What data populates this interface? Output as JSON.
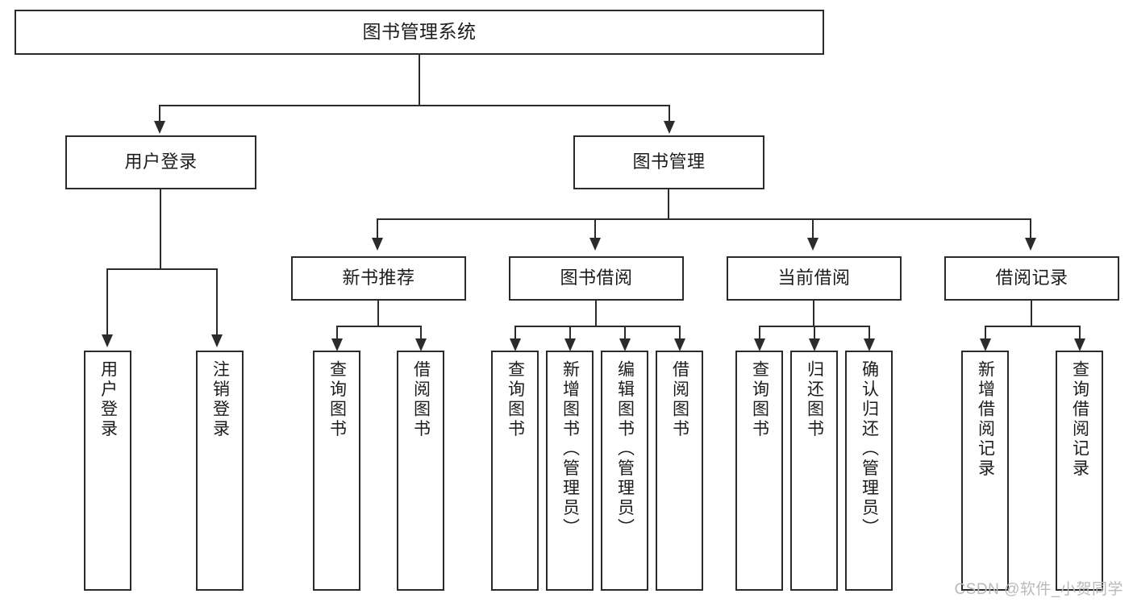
{
  "diagram": {
    "title": "图书管理系统",
    "type": "tree-hierarchy-diagram",
    "root": {
      "label": "图书管理系统"
    },
    "level2": [
      {
        "label": "用户登录"
      },
      {
        "label": "图书管理"
      }
    ],
    "level3": [
      {
        "label": "新书推荐"
      },
      {
        "label": "图书借阅"
      },
      {
        "label": "当前借阅"
      },
      {
        "label": "借阅记录"
      }
    ],
    "leaves": {
      "user_login": [
        {
          "label": "用户登录"
        },
        {
          "label": "注销登录"
        }
      ],
      "new_book_recommend": [
        {
          "label": "查询图书"
        },
        {
          "label": "借阅图书"
        }
      ],
      "book_borrow": [
        {
          "label": "查询图书"
        },
        {
          "label": "新增图书（管理员）"
        },
        {
          "label": "编辑图书（管理员）"
        },
        {
          "label": "借阅图书"
        }
      ],
      "current_borrow": [
        {
          "label": "查询图书"
        },
        {
          "label": "归还图书"
        },
        {
          "label": "确认归还（管理员）"
        }
      ],
      "borrow_record": [
        {
          "label": "新增借阅记录"
        },
        {
          "label": "查询借阅记录"
        }
      ]
    }
  },
  "watermark": {
    "text": "CSDN @软件_小贺同学"
  },
  "colors": {
    "stroke": "#2b2b2b",
    "background": "#ffffff",
    "text": "#1c1c1c",
    "watermark": "#b9b9b9"
  }
}
